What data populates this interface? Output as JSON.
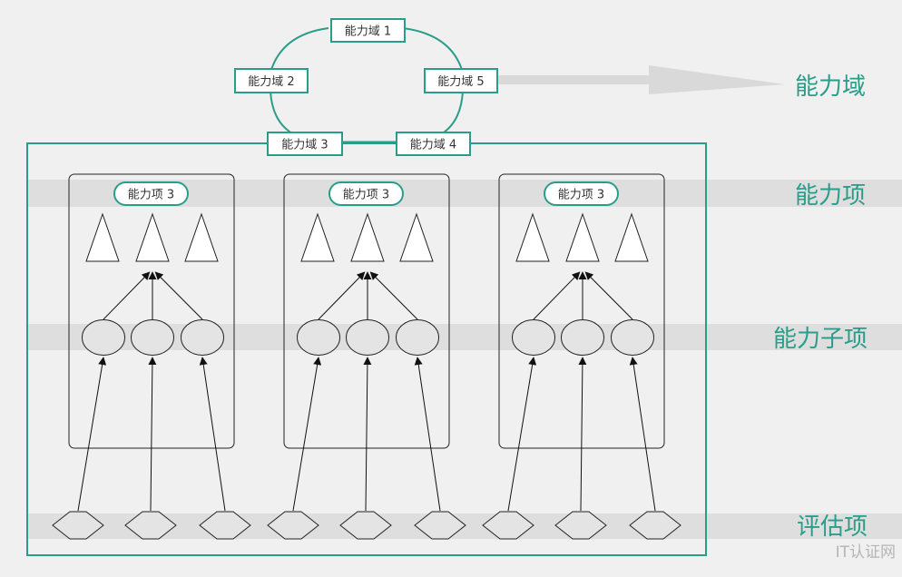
{
  "domains": [
    {
      "id": "d1",
      "label": "能力域 1"
    },
    {
      "id": "d2",
      "label": "能力域 2"
    },
    {
      "id": "d3",
      "label": "能力域 3"
    },
    {
      "id": "d4",
      "label": "能力域 4"
    },
    {
      "id": "d5",
      "label": "能力域 5"
    }
  ],
  "panels": [
    {
      "item_label": "能力项 3"
    },
    {
      "item_label": "能力项 3"
    },
    {
      "item_label": "能力项 3"
    }
  ],
  "layer_labels": {
    "domain": "能力域",
    "item": "能力项",
    "subitem": "能力子项",
    "evaluation": "评估项"
  },
  "watermark": "IT认证网",
  "colors": {
    "accent": "#2a9d8a",
    "band": "#dedede",
    "background": "#f0f0f0"
  }
}
